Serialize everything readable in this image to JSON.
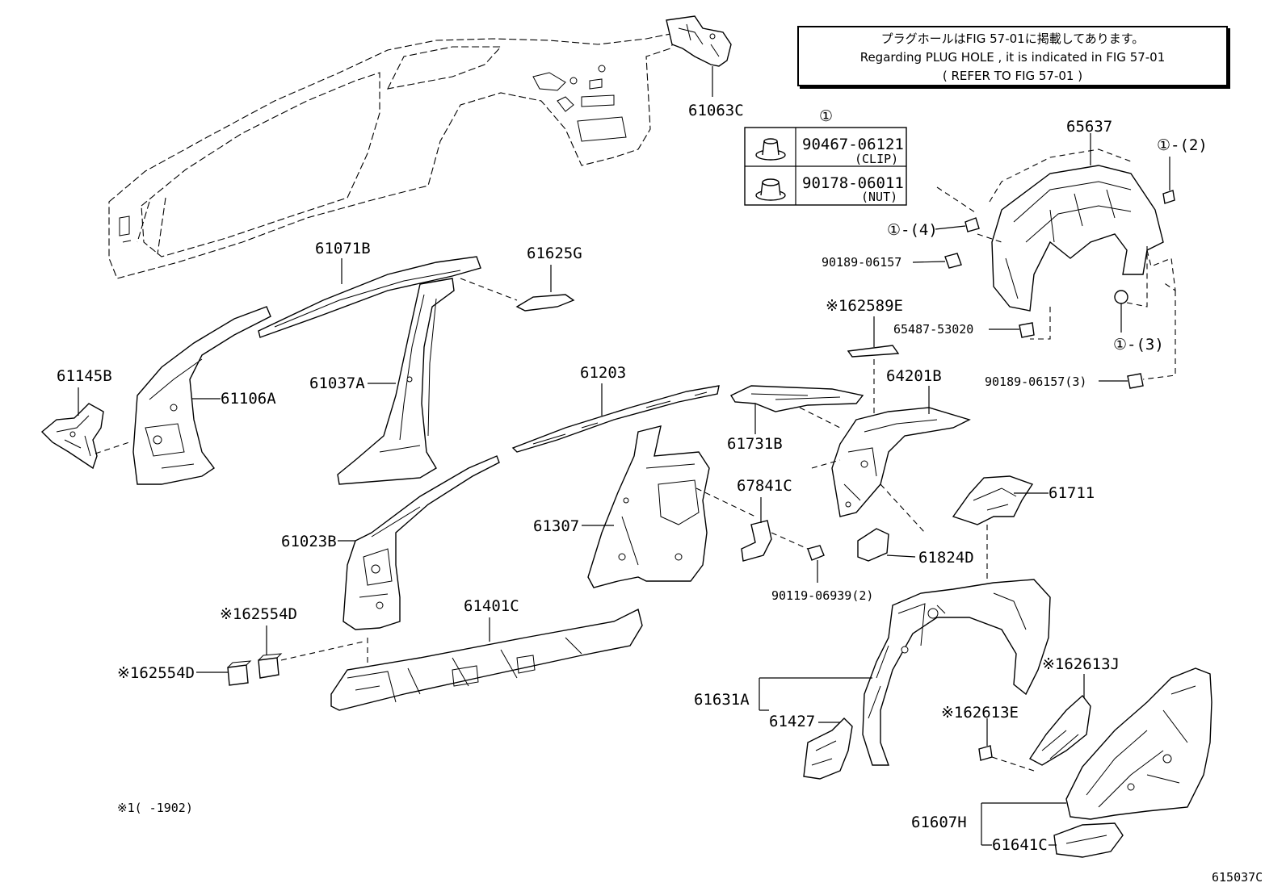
{
  "notice": {
    "line_jp": "プラグホールはFIG 57-01に掲載してあります。",
    "line_en": "Regarding  PLUG HOLE , it is indicated in FIG 57-01",
    "line_ref": "(   REFER TO FIG 57-01  )"
  },
  "fastener_table": {
    "ref_mark": "①",
    "rows": [
      {
        "part_no": "90467-06121",
        "kind": "(CLIP)",
        "icon": "clip-icon"
      },
      {
        "part_no": "90178-06011",
        "kind": "(NUT)",
        "icon": "nut-icon"
      }
    ]
  },
  "callouts": {
    "p61063C": "61063C",
    "p61071B": "61071B",
    "p61625G": "61625G",
    "p61145B": "61145B",
    "p61106A": "61106A",
    "p61037A": "61037A",
    "p61203": "61203",
    "p61731B": "61731B",
    "p61023B": "61023B",
    "p61307": "61307",
    "p67841C": "67841C",
    "p90119": "90119-06939(2)",
    "p62554D_top": "※162554D",
    "p62554D_left": "※162554D",
    "p61401C": "61401C",
    "p65637": "65637",
    "p1_2": "①-(2)",
    "p1_4": "①-(4)",
    "p90189a": "90189-06157",
    "p62589E": "※162589E",
    "p65487": "65487-53020",
    "p1_3": "①-(3)",
    "p90189b": "90189-06157(3)",
    "p64201B": "64201B",
    "p61711": "61711",
    "p61824D": "61824D",
    "p62613J": "※162613J",
    "p62613E": "※162613E",
    "p61631A": "61631A",
    "p61427": "61427",
    "p61607H": "61607H",
    "p61641C": "61641C"
  },
  "footnote": "※1(     -1902)",
  "figure_code": "615037C"
}
